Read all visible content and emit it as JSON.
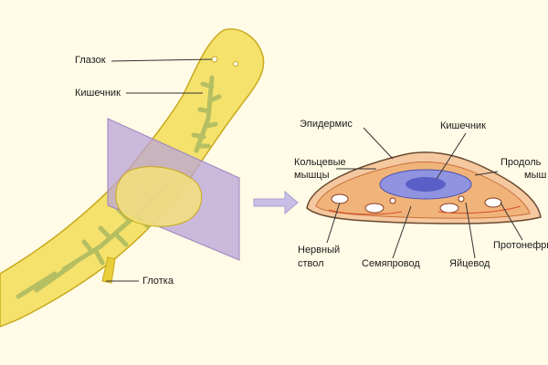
{
  "labels": {
    "eye": "Глазок",
    "intestine_left": "Кишечник",
    "pharynx": "Глотка",
    "epidermis": "Эпидермис",
    "intestine_right": "Кишечник",
    "circular_muscles_1": "Кольцевые",
    "circular_muscles_2": "мышцы",
    "longitudinal_1": "Продоль",
    "longitudinal_2": "мыш",
    "nerve_trunk_1": "Нервный",
    "nerve_trunk_2": "ствол",
    "seminal_duct": "Семяпровод",
    "oviduct": "Яйцевод",
    "protonephridia": "Протонефри"
  },
  "colors": {
    "background": "#fffbe6",
    "worm_body": "#f3dc4e",
    "worm_outline": "#c9a91c",
    "intestine": "#b5bf62",
    "section_plane": "#b9a3d8",
    "arrow": "#c7bfe6",
    "cross_section_outer": "#f5c8a0",
    "cross_section_muscle": "#f0b47a",
    "cross_section_gut": "#8f93e0"
  }
}
